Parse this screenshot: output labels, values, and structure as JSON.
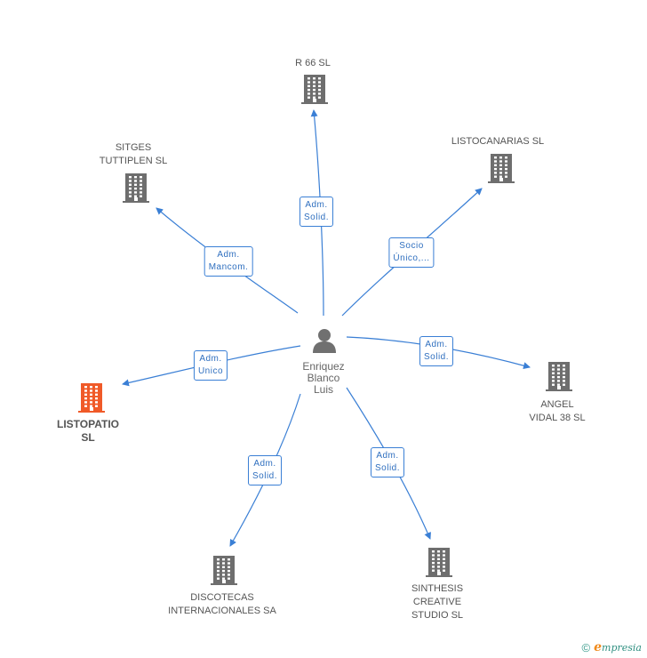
{
  "center": {
    "name_lines": [
      "Enriquez",
      "Blanco",
      "Luis"
    ]
  },
  "nodes": [
    {
      "id": "r66",
      "lines": [
        "R 66  SL"
      ],
      "highlight": false
    },
    {
      "id": "sitges",
      "lines": [
        "SITGES",
        "TUTTIPLEN SL"
      ],
      "highlight": false
    },
    {
      "id": "listocanarias",
      "lines": [
        "LISTOCANARIAS SL"
      ],
      "highlight": false
    },
    {
      "id": "listopatio",
      "lines": [
        "LISTOPATIO",
        "SL"
      ],
      "highlight": true
    },
    {
      "id": "angel",
      "lines": [
        "ANGEL",
        "VIDAL 38 SL"
      ],
      "highlight": false
    },
    {
      "id": "discotecas",
      "lines": [
        "DISCOTECAS",
        "INTERNACIONALES SA"
      ],
      "highlight": false
    },
    {
      "id": "synthesis",
      "lines": [
        "SINTHESIS",
        "CREATIVE",
        "STUDIO SL"
      ],
      "highlight": false
    }
  ],
  "edges": [
    {
      "to": "r66",
      "lines": [
        "Adm.",
        "Solid."
      ]
    },
    {
      "to": "sitges",
      "lines": [
        "Adm.",
        "Mancom."
      ]
    },
    {
      "to": "listocanarias",
      "lines": [
        "Socio",
        "Único,..."
      ]
    },
    {
      "to": "listopatio",
      "lines": [
        "Adm.",
        "Unico"
      ]
    },
    {
      "to": "angel",
      "lines": [
        "Adm.",
        "Solid."
      ]
    },
    {
      "to": "discotecas",
      "lines": [
        "Adm.",
        "Solid."
      ]
    },
    {
      "to": "synthesis",
      "lines": [
        "Adm.",
        "Solid."
      ]
    }
  ],
  "colors": {
    "edge": "#3a7fd5",
    "building": "#6e6e6e",
    "highlight": "#f05a28",
    "person": "#707070"
  },
  "footer": {
    "copyright": "©",
    "brand_initial": "e",
    "brand_rest": "mpresia"
  }
}
